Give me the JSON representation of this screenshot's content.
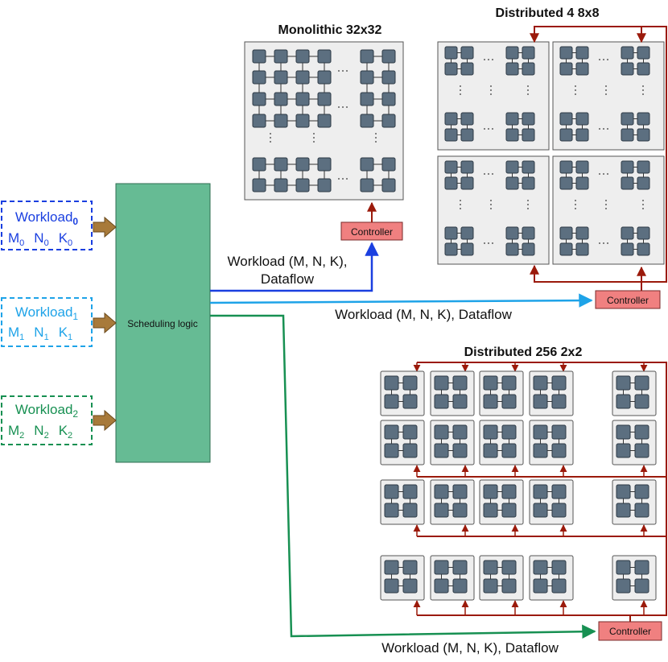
{
  "titles": {
    "monolithic": "Monolithic 32x32",
    "distributed4": "Distributed 4 8x8",
    "distributed256": "Distributed 256 2x2"
  },
  "scheduler": {
    "label": "Scheduling logic",
    "fill": "#66bb94"
  },
  "workloads": [
    {
      "name": "Workload",
      "sub": "0",
      "m": "M",
      "n": "N",
      "k": "K",
      "dim_sub": "0",
      "color": "#1a3fe0"
    },
    {
      "name": "Workload",
      "sub": "1",
      "m": "M",
      "n": "N",
      "k": "K",
      "dim_sub": "1",
      "color": "#1ea3e8"
    },
    {
      "name": "Workload",
      "sub": "2",
      "m": "M",
      "n": "N",
      "k": "K",
      "dim_sub": "2",
      "color": "#179052"
    }
  ],
  "controller_label": "Controller",
  "edges": {
    "to_monolithic_line1": "Workload (M, N, K),",
    "to_monolithic_line2": "Dataflow",
    "to_distributed4": "Workload (M, N, K), Dataflow",
    "to_distributed256": "Workload (M, N, K), Dataflow"
  },
  "colors": {
    "pe_fill": "#5c6f80",
    "pe_stroke": "#2d3a45",
    "array_fill": "#eeeeee",
    "controller_fill": "#f08080",
    "bus": "#9b1a0b",
    "input_arrow": "#a87a3a"
  },
  "ellipsis": "· · ·"
}
